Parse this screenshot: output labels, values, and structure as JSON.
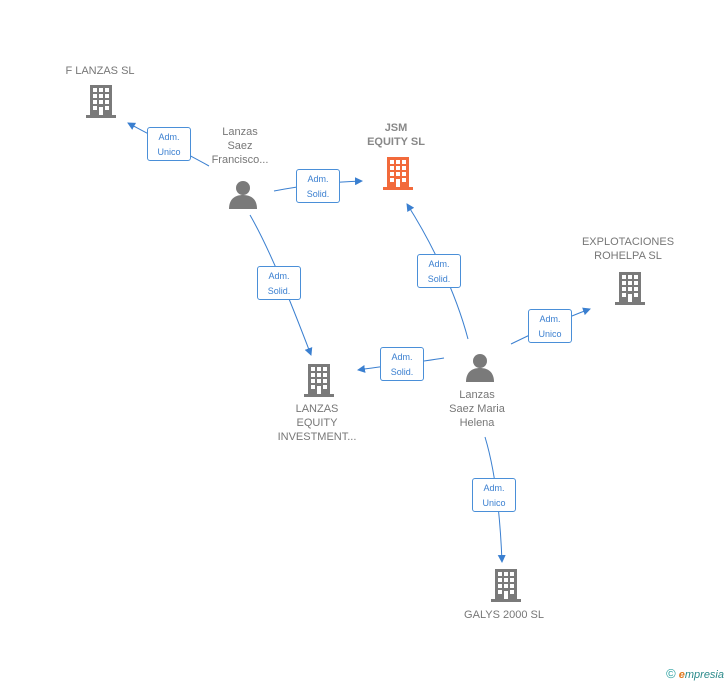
{
  "nodes": {
    "f_lanzas": {
      "label": "F LANZAS SL",
      "type": "company"
    },
    "jsm": {
      "label": "JSM\nEQUITY  SL",
      "type": "company-focus"
    },
    "explotaciones": {
      "label": "EXPLOTACIONES\nROHELPA  SL",
      "type": "company"
    },
    "lanzas_equity": {
      "label": "LANZAS\nEQUITY\nINVESTMENT...",
      "type": "company"
    },
    "galys": {
      "label": "GALYS 2000  SL",
      "type": "company"
    },
    "person_francisco": {
      "label": "Lanzas\nSaez\nFrancisco...",
      "type": "person"
    },
    "person_helena": {
      "label": "Lanzas\nSaez Maria\nHelena",
      "type": "person"
    }
  },
  "edges": {
    "e1": {
      "label": "Adm.\nUnico"
    },
    "e2": {
      "label": "Adm.\nSolid."
    },
    "e3": {
      "label": "Adm.\nSolid."
    },
    "e4": {
      "label": "Adm.\nSolid."
    },
    "e5": {
      "label": "Adm.\nSolid."
    },
    "e6": {
      "label": "Adm.\nUnico"
    },
    "e7": {
      "label": "Adm.\nUnico"
    }
  },
  "footer": {
    "copyright": "©",
    "brand_first": "e",
    "brand_rest": "mpresia"
  },
  "colors": {
    "company": "#7a7a7a",
    "focus": "#f26a3b",
    "person": "#7a7a7a",
    "edge": "#3a7fd0"
  }
}
